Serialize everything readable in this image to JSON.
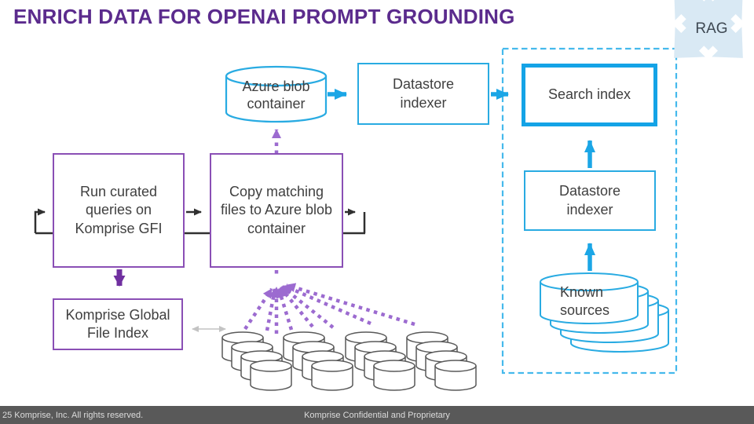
{
  "title": "ENRICH DATA FOR OPENAI PROMPT GROUNDING",
  "rag_zone": {
    "label": "RAG"
  },
  "nodes": {
    "azure_blob": "Azure blob container",
    "datastore_indexer_top": "Datastore indexer",
    "search_index": "Search index",
    "run_curated": "Run curated queries on Komprise GFI",
    "copy_matching": "Copy matching files to Azure blob container",
    "komprise_gfi": "Komprise Global File Index",
    "datastore_indexer_right": "Datastore indexer",
    "known_sources": "Known sources"
  },
  "footer": {
    "left": "25 Komprise, Inc. All rights reserved.",
    "center": "Komprise Confidential and Proprietary"
  },
  "colors": {
    "accent_blue": "#29ABE2",
    "accent_blue_bold": "#14A3E6",
    "purple_border": "#8A4FB5",
    "purple_arrow": "#7030A0",
    "purple_dotted": "#9C6BD0",
    "title_purple": "#5B2B8D",
    "rag_fill": "#D9E9F4",
    "dashed_border": "#45B9EC",
    "cylinder_gray": "#595959",
    "footer_bg": "#595959"
  }
}
